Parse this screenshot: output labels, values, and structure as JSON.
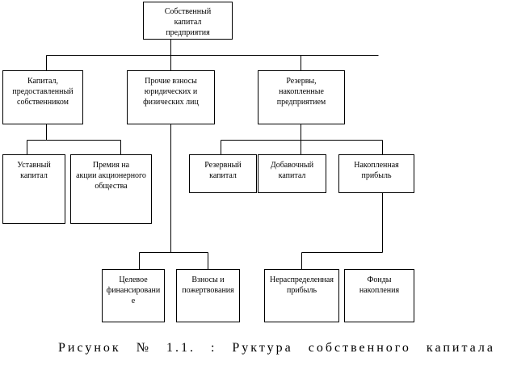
{
  "root": "Собственный\nкапитал\nпредприятия",
  "level2": [
    "Капитал,\nпредоставленный\nсобственником",
    "Прочие взносы\nюридических и\nфизических лиц",
    "Резервы,\nнакопленные\nпредприятием"
  ],
  "owner_children": [
    "Уставный\nкапитал",
    "Премия на\nакции акционерного\nобщества"
  ],
  "contrib_children": [
    "Целевое\nфинансировани\nе",
    "Взносы и\nпожертвования"
  ],
  "reserve_children": [
    "Резервный\nкапитал",
    "Добавочный\nкапитал",
    "Накопленная\nприбыль"
  ],
  "profit_children": [
    "Нераспределенная\nприбыль",
    "Фонды\nнакопления"
  ],
  "caption": "Рисунок № 1.1. : Руктура собственного капитала"
}
